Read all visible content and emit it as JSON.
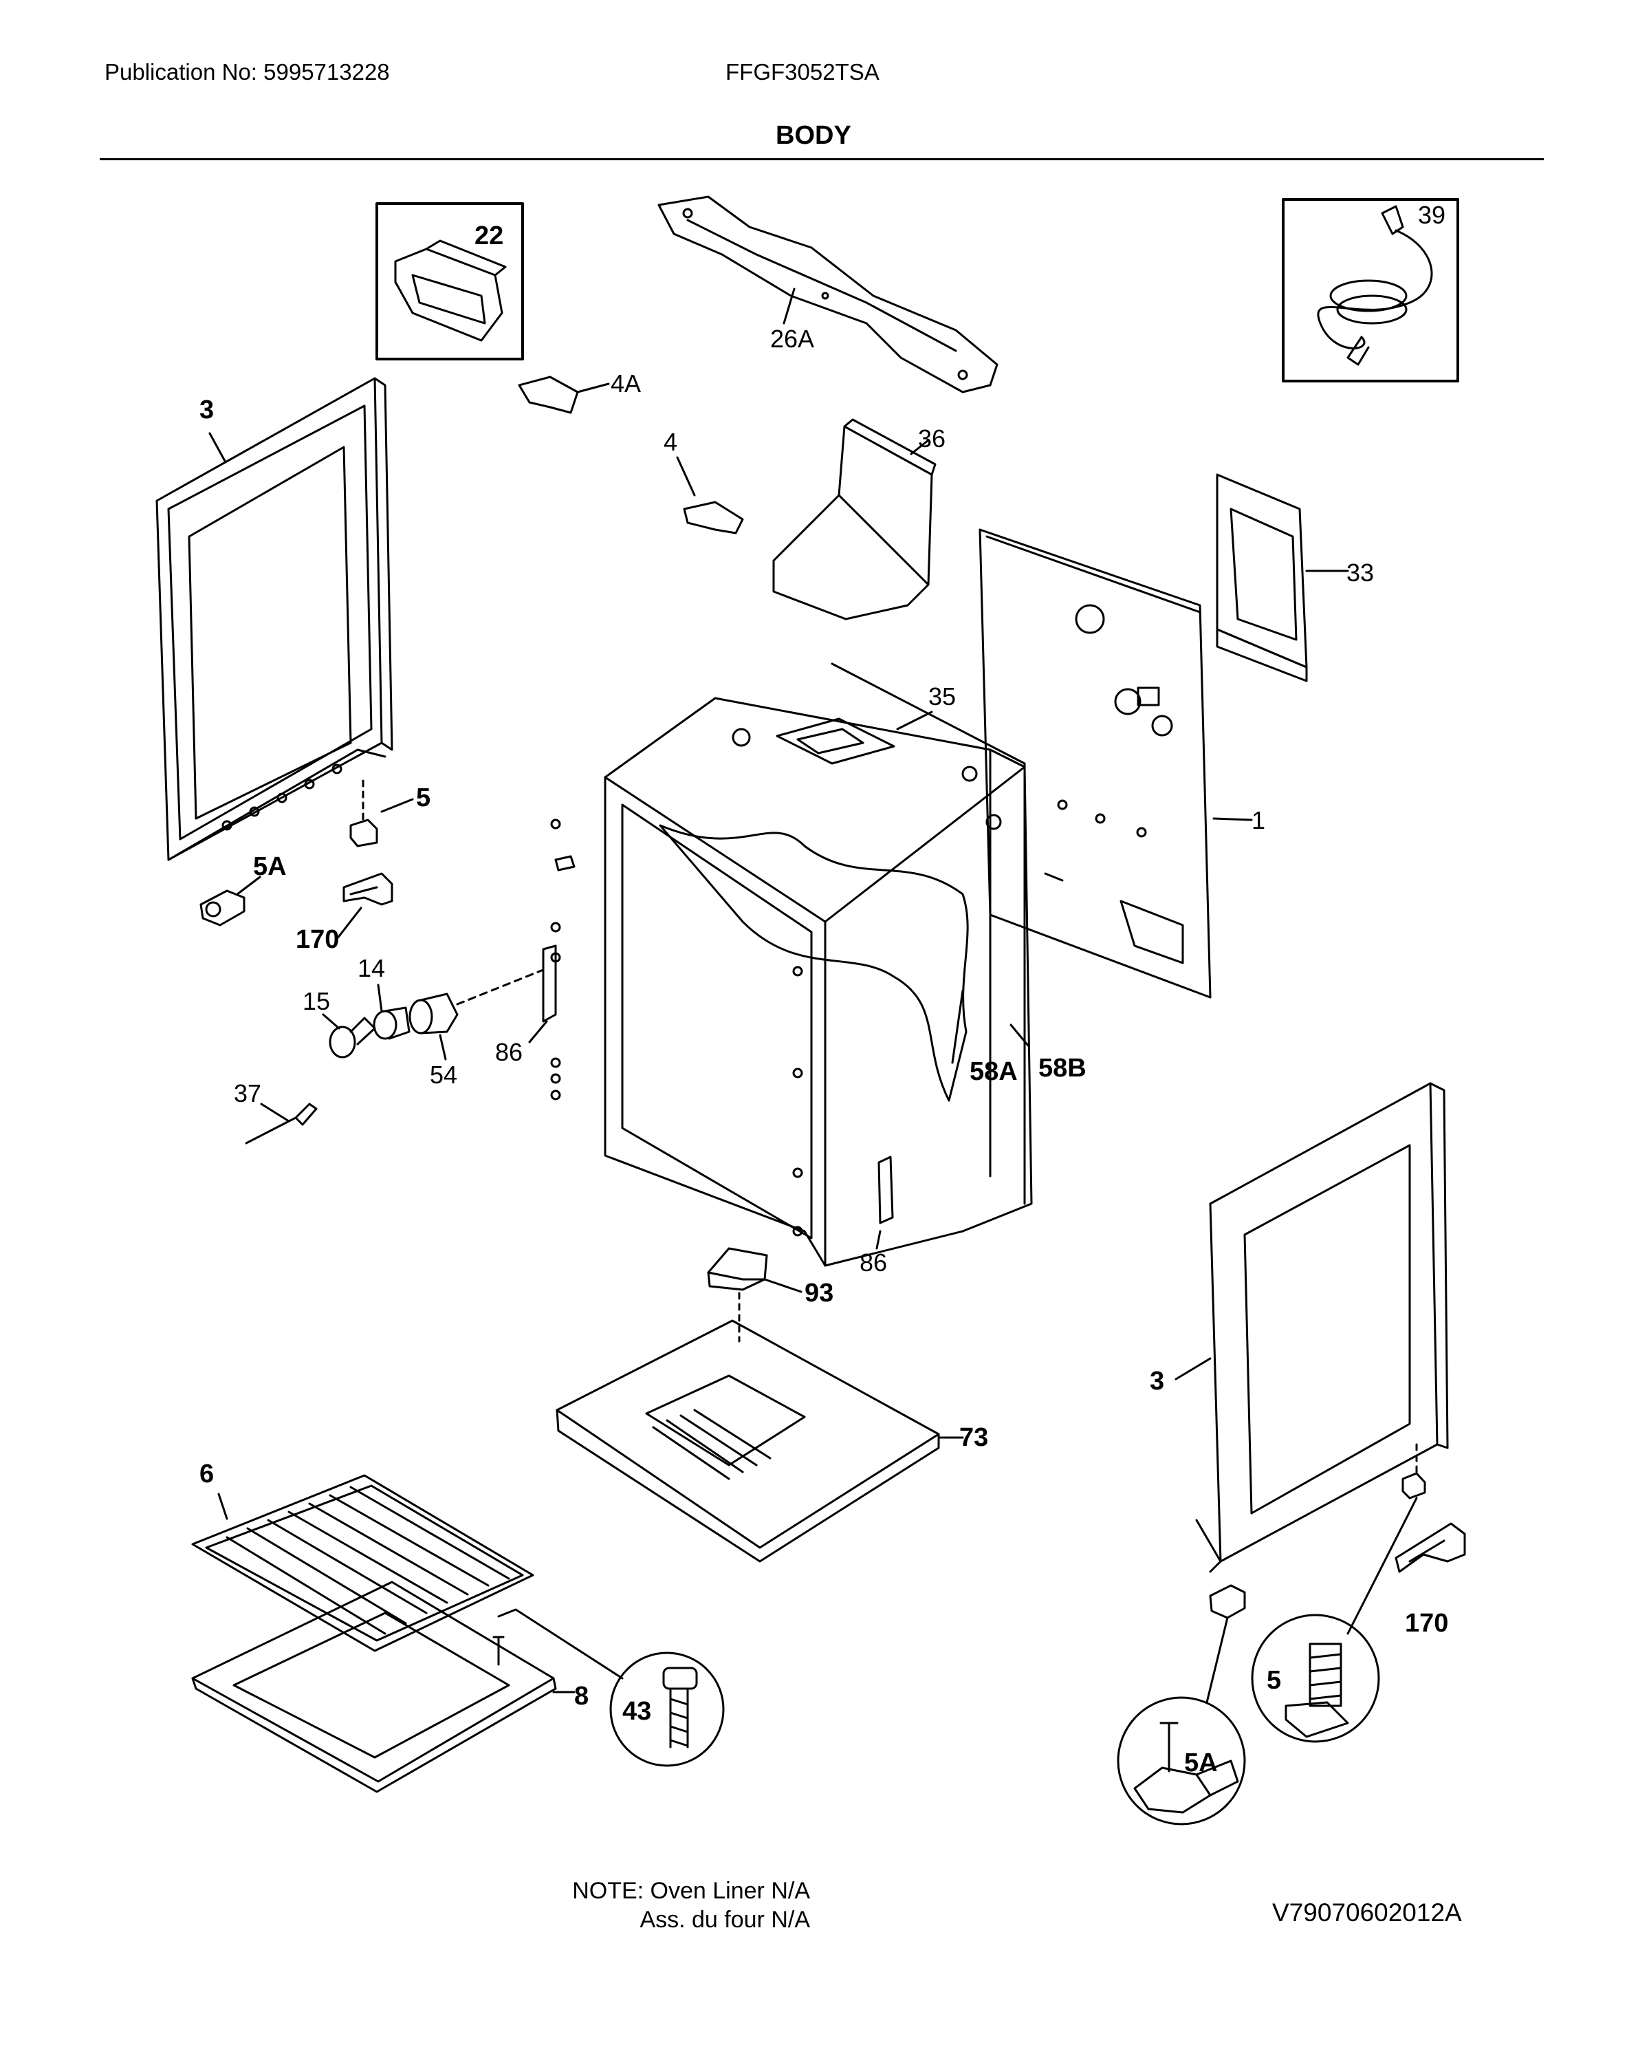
{
  "header": {
    "publication": "Publication No: 5995713228",
    "model": "FFGF3052TSA",
    "section_title": "BODY"
  },
  "labels": {
    "l22": "22",
    "l26A": "26A",
    "l39": "39",
    "l4A": "4A",
    "l3a": "3",
    "l4": "4",
    "l36": "36",
    "l33": "33",
    "l35": "35",
    "l1": "1",
    "l5a": "5",
    "l5Aa": "5A",
    "l170a": "170",
    "l14": "14",
    "l15": "15",
    "l54": "54",
    "l86a": "86",
    "l58A": "58A",
    "l58B": "58B",
    "l37": "37",
    "l86b": "86",
    "l93": "93",
    "l3b": "3",
    "l73": "73",
    "l6": "6",
    "l170b": "170",
    "l8": "8",
    "l43": "43",
    "l5b": "5",
    "l5Ab": "5A"
  },
  "footer": {
    "note_line1": "NOTE: Oven Liner N/A",
    "note_line2": "Ass. du four N/A",
    "reference": "V79070602012A"
  }
}
